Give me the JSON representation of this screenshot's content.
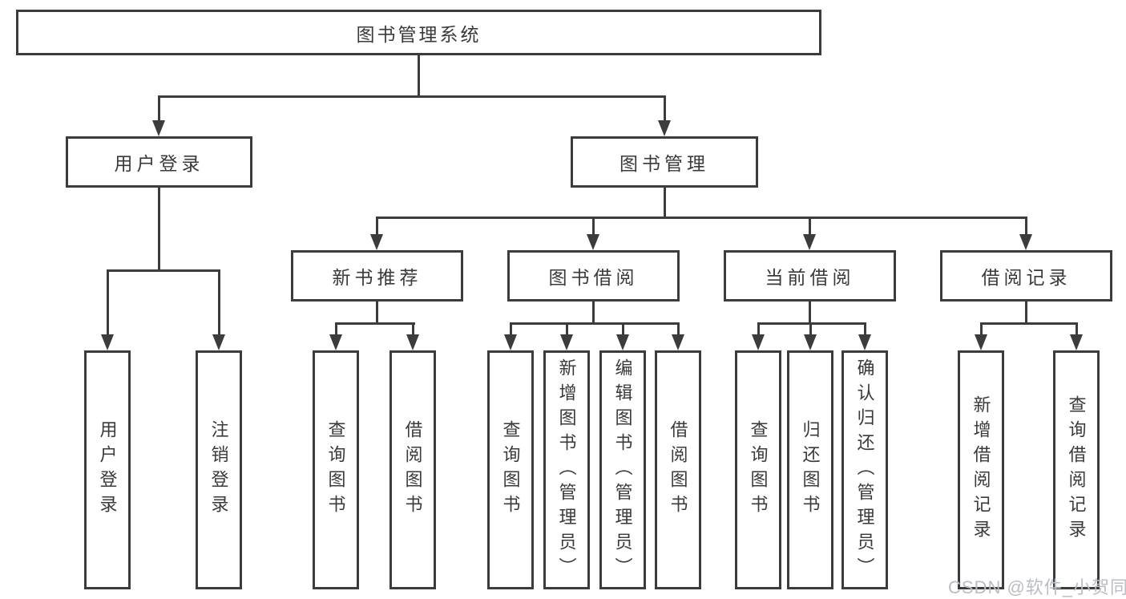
{
  "colors": {
    "line": "#3c3c3c",
    "box_border": "#3c3c3c",
    "text": "#3a3a3a",
    "watermark": "#b9bdc4",
    "background": "#ffffff"
  },
  "watermark": {
    "text": "CSDN @软件_小贺同学"
  },
  "tree": {
    "root": {
      "label": "图书管理系统",
      "children": [
        {
          "label": "用户登录",
          "children": [
            {
              "label": "用户登录"
            },
            {
              "label": "注销登录"
            }
          ]
        },
        {
          "label": "图书管理",
          "children": [
            {
              "label": "新书推荐",
              "children": [
                {
                  "label": "查询图书"
                },
                {
                  "label": "借阅图书"
                }
              ]
            },
            {
              "label": "图书借阅",
              "children": [
                {
                  "label": "查询图书"
                },
                {
                  "label": "新增图书（管理员）"
                },
                {
                  "label": "编辑图书（管理员）"
                },
                {
                  "label": "借阅图书"
                }
              ]
            },
            {
              "label": "当前借阅",
              "children": [
                {
                  "label": "查询图书"
                },
                {
                  "label": "归还图书"
                },
                {
                  "label": "确认归还（管理员）"
                }
              ]
            },
            {
              "label": "借阅记录",
              "children": [
                {
                  "label": "新增借阅记录"
                },
                {
                  "label": "查询借阅记录"
                }
              ]
            }
          ]
        }
      ]
    }
  }
}
